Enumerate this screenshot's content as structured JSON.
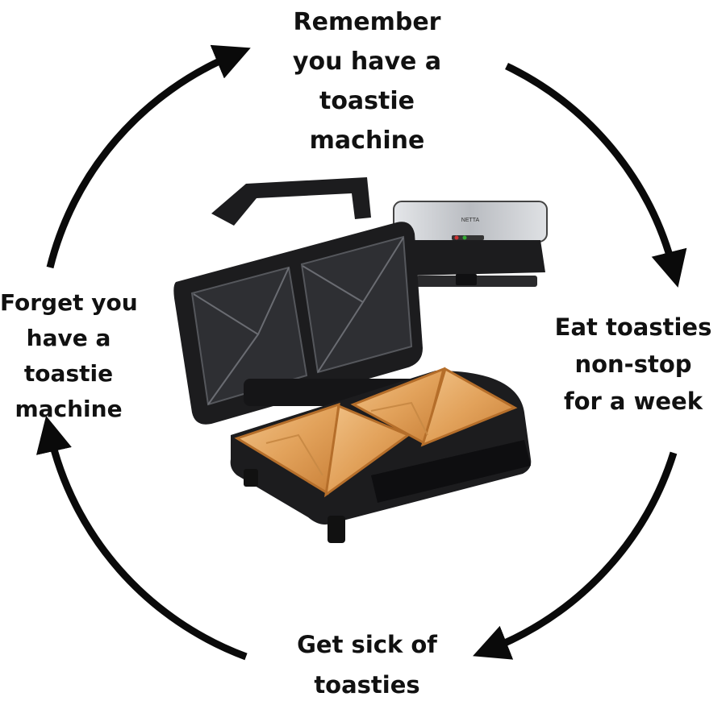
{
  "cycle": {
    "steps": [
      {
        "lines": [
          "Remember",
          "you have a",
          "toastie",
          "machine"
        ]
      },
      {
        "lines": [
          "Eat toasties",
          "non-stop",
          "for a week"
        ]
      },
      {
        "lines": [
          "Get sick of",
          "toasties"
        ]
      },
      {
        "lines": [
          "Forget you",
          "have a",
          "toastie",
          "machine"
        ]
      }
    ]
  },
  "image": {
    "brand_text": "NETTA",
    "colors": {
      "body": "#1c1c1e",
      "plate": "#2e2f33",
      "steel": "#c9cbcf",
      "toast": "#e9b271",
      "crust": "#b8702d",
      "arrow": "#0a0a0a"
    }
  }
}
